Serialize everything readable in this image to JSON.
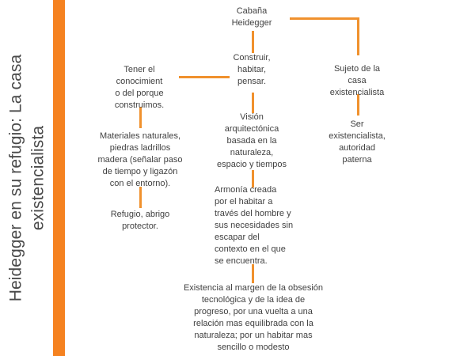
{
  "slide": {
    "title": "Heidegger en su refugio: La casa\nexistencialista",
    "accent_color": "#F58220",
    "connector_color": "#F0912D",
    "text_color": "#414141",
    "background_color": "#FFFFFF"
  },
  "diagram": {
    "type": "flowchart",
    "nodes": [
      {
        "id": "cabana-heidegger",
        "text": "Cabaña\nHeidegger",
        "column": "center"
      },
      {
        "id": "construir-habitar-pensar",
        "text": "Construir,\nhabitar,\npensar.",
        "column": "center"
      },
      {
        "id": "vision-arquitectonica",
        "text": "Visión\narquitectónica\nbasada en la\nnaturaleza,\nespacio y tiempos",
        "column": "center"
      },
      {
        "id": "armonia-creada",
        "text": "Armonía creada\npor el habitar a\ntravés del hombre y\nsus necesidades sin\nescapar del\ncontexto en el que\nse encuentra.",
        "column": "center"
      },
      {
        "id": "existencia-al-margen",
        "text": "Existencia al margen de la obsesión\ntecnológica y de la idea de\nprogreso, por una vuelta a una\nrelación mas equilibrada con la\nnaturaleza; por un habitar mas\nsencillo o modesto",
        "column": "center"
      },
      {
        "id": "tener-el-conocimiento",
        "text": "Tener el\nconocimient\no del porque\nconstruimos.",
        "column": "left"
      },
      {
        "id": "materiales-naturales",
        "text": "Materiales naturales,\npiedras ladrillos\nmadera (señalar paso\nde tiempo y ligazón\ncon el entorno).",
        "column": "left"
      },
      {
        "id": "refugio-abrigo",
        "text": "Refugio, abrigo\nprotector.",
        "column": "left"
      },
      {
        "id": "sujeto-casa-existencialista",
        "text": "Sujeto de la\ncasa\nexistencialista",
        "column": "right"
      },
      {
        "id": "ser-existencialista",
        "text": "Ser\nexistencialista,\nautoridad\npaterna",
        "column": "right"
      }
    ],
    "edges": [
      {
        "from": "cabana-heidegger",
        "to": "construir-habitar-pensar",
        "shape": "vertical"
      },
      {
        "from": "cabana-heidegger",
        "to": "sujeto-casa-existencialista",
        "shape": "elbow-right"
      },
      {
        "from": "construir-habitar-pensar",
        "to": "tener-el-conocimiento",
        "shape": "horizontal-left"
      },
      {
        "from": "construir-habitar-pensar",
        "to": "vision-arquitectonica",
        "shape": "vertical"
      },
      {
        "from": "vision-arquitectonica",
        "to": "armonia-creada",
        "shape": "vertical"
      },
      {
        "from": "armonia-creada",
        "to": "existencia-al-margen",
        "shape": "vertical"
      },
      {
        "from": "tener-el-conocimiento",
        "to": "materiales-naturales",
        "shape": "vertical"
      },
      {
        "from": "materiales-naturales",
        "to": "refugio-abrigo",
        "shape": "vertical"
      },
      {
        "from": "sujeto-casa-existencialista",
        "to": "ser-existencialista",
        "shape": "vertical"
      }
    ]
  }
}
